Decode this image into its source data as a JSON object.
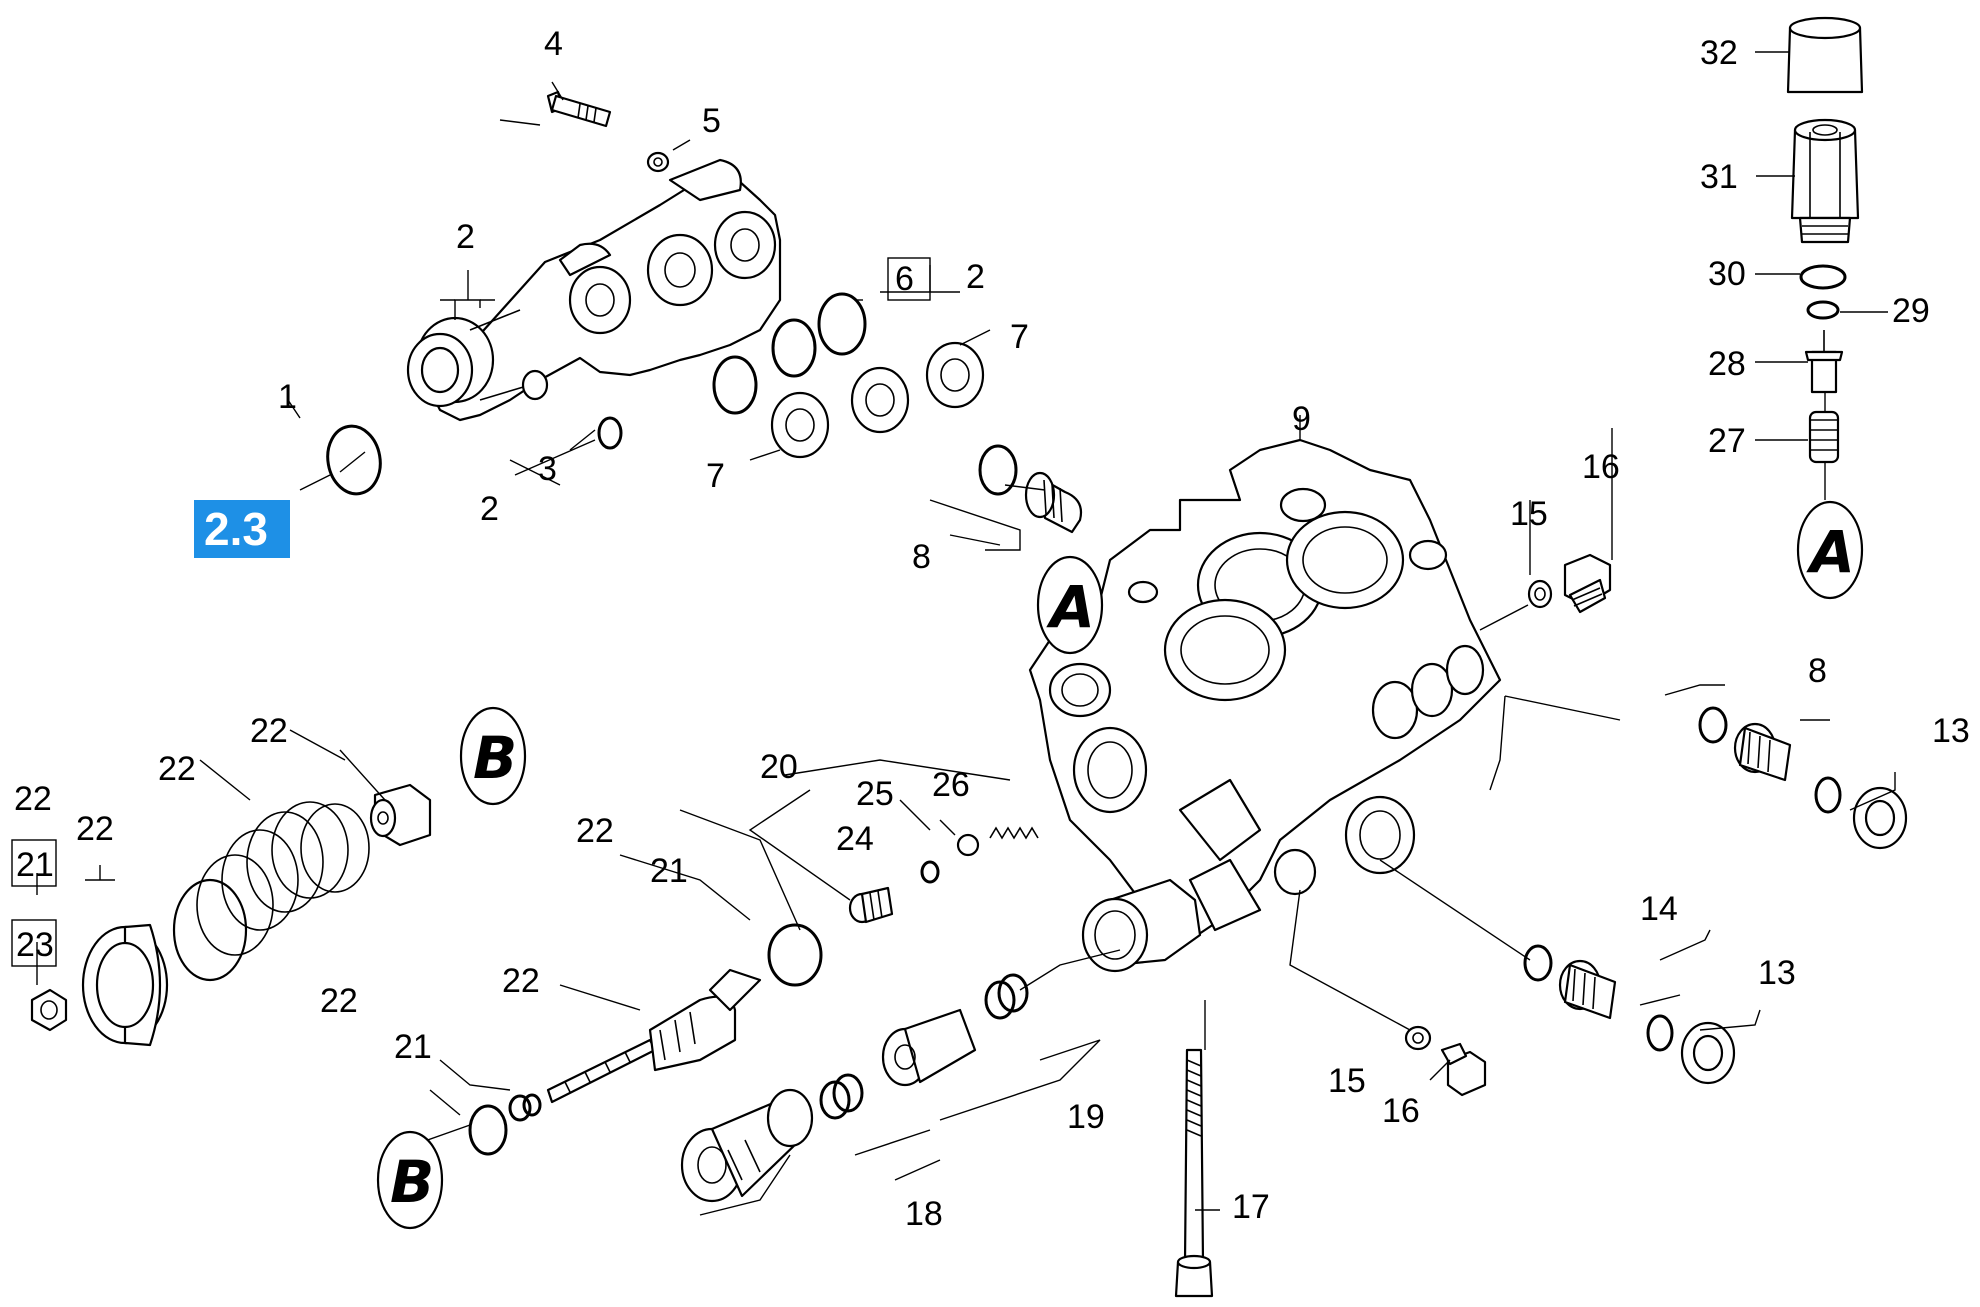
{
  "badge": {
    "label": "2.3",
    "color": "#1e90e6"
  },
  "labels": {
    "l1": "1",
    "l2a": "2",
    "l2b": "2",
    "l2c": "2",
    "l3": "3",
    "l4": "4",
    "l5": "5",
    "l6": "6",
    "l7a": "7",
    "l7b": "7",
    "l8a": "8",
    "l8b": "8",
    "l9": "9",
    "l13a": "13",
    "l13b": "13",
    "l14": "14",
    "l15a": "15",
    "l15b": "15",
    "l16a": "16",
    "l16b": "16",
    "l17": "17",
    "l18": "18",
    "l19": "19",
    "l20": "20",
    "l21a": "21",
    "l21b": "21",
    "l21c": "21",
    "l22a": "22",
    "l22b": "22",
    "l22c": "22",
    "l22d": "22",
    "l22e": "22",
    "l22f": "22",
    "l22g": "22",
    "l23": "23",
    "l24": "24",
    "l25": "25",
    "l26": "26",
    "l27": "27",
    "l28": "28",
    "l29": "29",
    "l30": "30",
    "l31": "31",
    "l32": "32"
  },
  "markers": {
    "a1": "A",
    "a2": "A",
    "b1": "B",
    "b2": "B"
  }
}
